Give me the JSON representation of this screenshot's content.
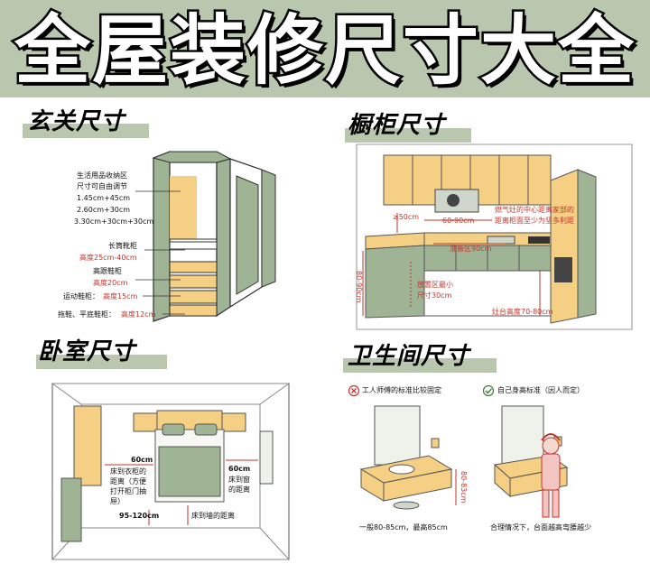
{
  "title": "全屋装修尺寸大全",
  "sections": {
    "entry": {
      "title": "玄关尺寸",
      "notes": {
        "storage_l1": "生活用品收纳区",
        "storage_l2": "尺寸可自由调节",
        "storage_l3": "1.45cm+45cm",
        "storage_l4": "2.60cm+30cm",
        "storage_l5": "3.30cm+30cm+30cm",
        "long_boot_label": "长筒靴柜",
        "long_boot_value": "高度25cm-40cm",
        "heel_label": "高跟鞋柜",
        "heel_value": "高度20cm",
        "sport_label": "运动鞋柜：",
        "sport_value": "高度15cm",
        "slipper_label": "拖鞋、平底鞋柜：",
        "slipper_value": "高度12cm"
      }
    },
    "kitchen": {
      "title": "橱柜尺寸",
      "notes": {
        "h50": "≥50cm",
        "h60_90": "60-90cm",
        "gas_l1": "燃气灶的中心距离家部的",
        "gas_l2": "距离柜面至少为坚多利距",
        "prep": "准备区90cm",
        "sink_l1": "放置区最小",
        "sink_l2": "尺寸30cm",
        "h80_90": "80-90cm",
        "counter": "灶台高度70-80cm"
      }
    },
    "bedroom": {
      "title": "卧室尺寸",
      "notes": {
        "w60_left": "60cm",
        "wardrobe_l1": "床到衣柜的",
        "wardrobe_l2": "距离（方便",
        "wardrobe_l3": "打开柜门抽",
        "wardrobe_l4": "屉）",
        "w60_right": "60cm",
        "window_l1": "床到窗",
        "window_l2": "的距离",
        "w95_120": "95-120cm",
        "wall": "床到墙的距离"
      }
    },
    "bathroom": {
      "title": "卫生间尺寸",
      "worker_label": "工人师傅的标准比较固定",
      "self_label": "自己身高标准（因人而定）",
      "height": "80-83cm",
      "caption_left": "一般80-85cm，最高85cm",
      "caption_right": "合理情况下，台面越高弯腰越少"
    }
  },
  "colors": {
    "header_bg": "#b9c7ae",
    "cabinet_green": "#9fb494",
    "wood_yellow": "#f4cf84",
    "red_text": "#c0362c"
  }
}
